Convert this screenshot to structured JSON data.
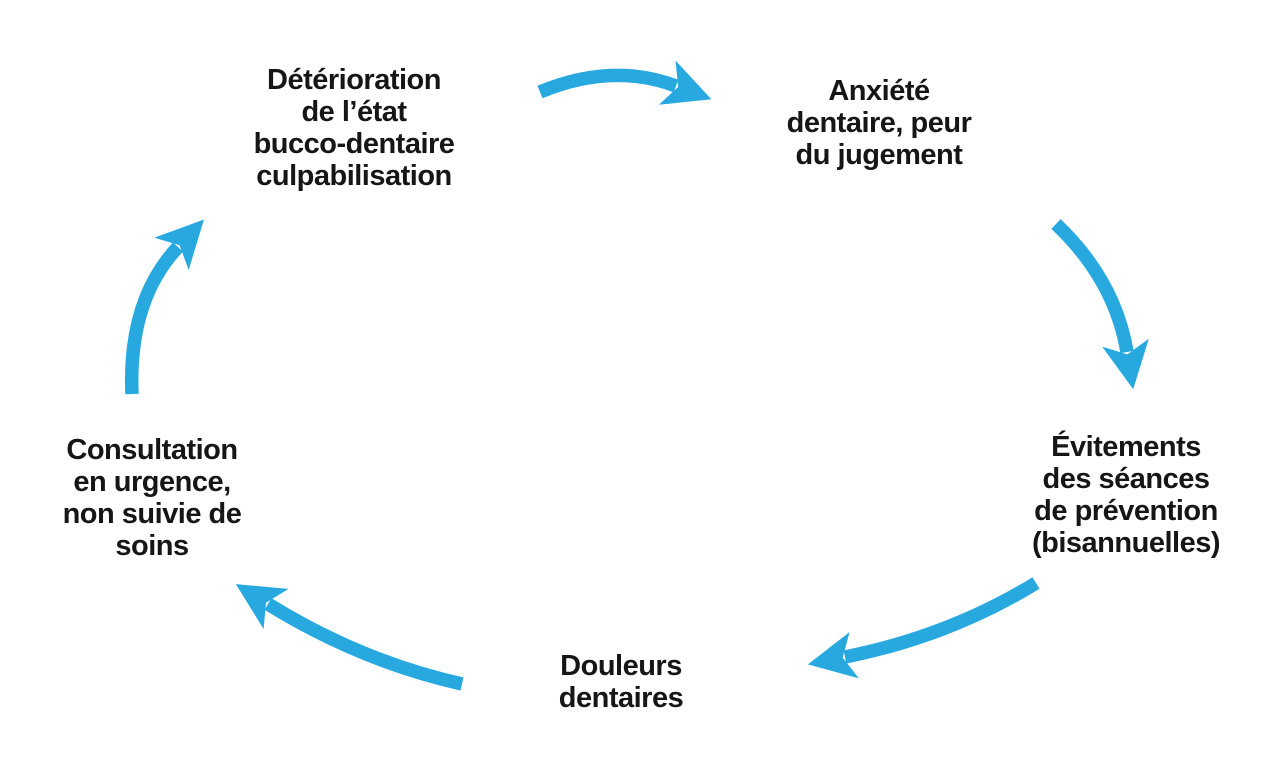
{
  "diagram": {
    "type": "cycle",
    "colors": {
      "arrow": "#27A9E0",
      "text": "#161616",
      "background": "#FFFFFF"
    },
    "nodes": [
      {
        "id": "deterioration",
        "label": "Détérioration\nde l’état\nbucco-dentaire\nculpabilisation"
      },
      {
        "id": "anxiete",
        "label": "Anxiété\ndentaire, peur\ndu jugement"
      },
      {
        "id": "evitements",
        "label": "Évitements\ndes séances\nde prévention\n(bisannuelles)"
      },
      {
        "id": "douleurs",
        "label": "Douleurs\ndentaires"
      },
      {
        "id": "consultation",
        "label": "Consultation\nen urgence,\nnon suivie de\nsoins"
      }
    ],
    "arrows": [
      {
        "from": "deterioration",
        "to": "anxiete"
      },
      {
        "from": "anxiete",
        "to": "evitements"
      },
      {
        "from": "evitements",
        "to": "douleurs"
      },
      {
        "from": "douleurs",
        "to": "consultation"
      },
      {
        "from": "consultation",
        "to": "deterioration"
      }
    ]
  }
}
